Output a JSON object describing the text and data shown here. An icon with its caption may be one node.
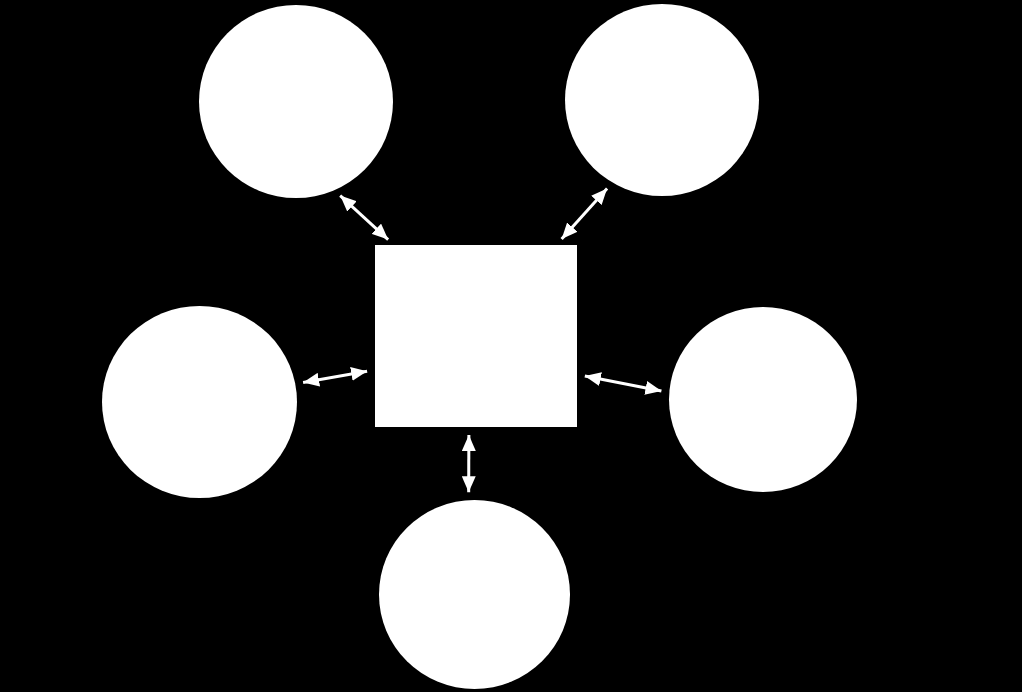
{
  "diagram": {
    "nodes": [
      {
        "text": [],
        "shape": "circle"
      },
      {
        "text": [],
        "shape": "circle"
      },
      {
        "text": [],
        "shape": "circle"
      },
      {
        "text": [],
        "shape": "box"
      },
      {
        "text": [],
        "shape": "circle"
      },
      {
        "text": [],
        "shape": "circle"
      }
    ],
    "edges": [
      {
        "from": 3,
        "to": 0,
        "arrow": "both"
      },
      {
        "from": 3,
        "to": 1,
        "arrow": "both"
      },
      {
        "from": 3,
        "to": 2,
        "arrow": "both"
      },
      {
        "from": 3,
        "to": 4,
        "arrow": "both"
      },
      {
        "from": 3,
        "to": 5,
        "arrow": "both"
      }
    ]
  }
}
